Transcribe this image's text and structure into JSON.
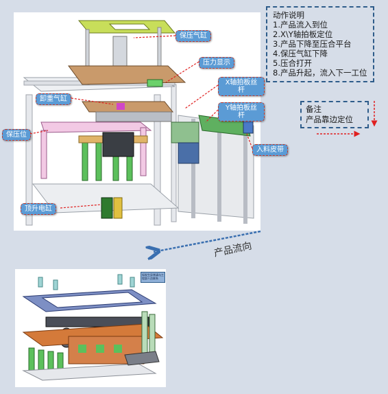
{
  "action_box": {
    "title": "动作说明",
    "steps": [
      "1.产品流入到位",
      "2.X\\Y轴拍板定位",
      "3.产品下降至压合平台",
      "4.保压气缸下降",
      "5.压合打开",
      "8.产品升起，流入下一工位"
    ]
  },
  "note_box": {
    "title": "备注",
    "text": "产品靠边定位"
  },
  "callouts": {
    "hold_cylinder": "保压气缸",
    "pressure_display": "压力显示",
    "unload_cylinder": "卸重气缸",
    "x_axis_rod": "X轴拍板丝杆",
    "y_axis_rod": "Y轴拍板丝杆",
    "hold_position": "保压位",
    "infeed_belt": "入料皮带",
    "lift_cylinder": "顶升电缸"
  },
  "flow_direction": "产品流向",
  "tiny_label": "如发生异常请与工程部人员联系",
  "colors": {
    "background": "#d6dde8",
    "callout_fill": "#5b9bd5",
    "callout_border": "#c0392b",
    "box_border": "#2e5c8a",
    "arrow_red": "#e02020",
    "arrow_blue": "#3a6fb0"
  }
}
